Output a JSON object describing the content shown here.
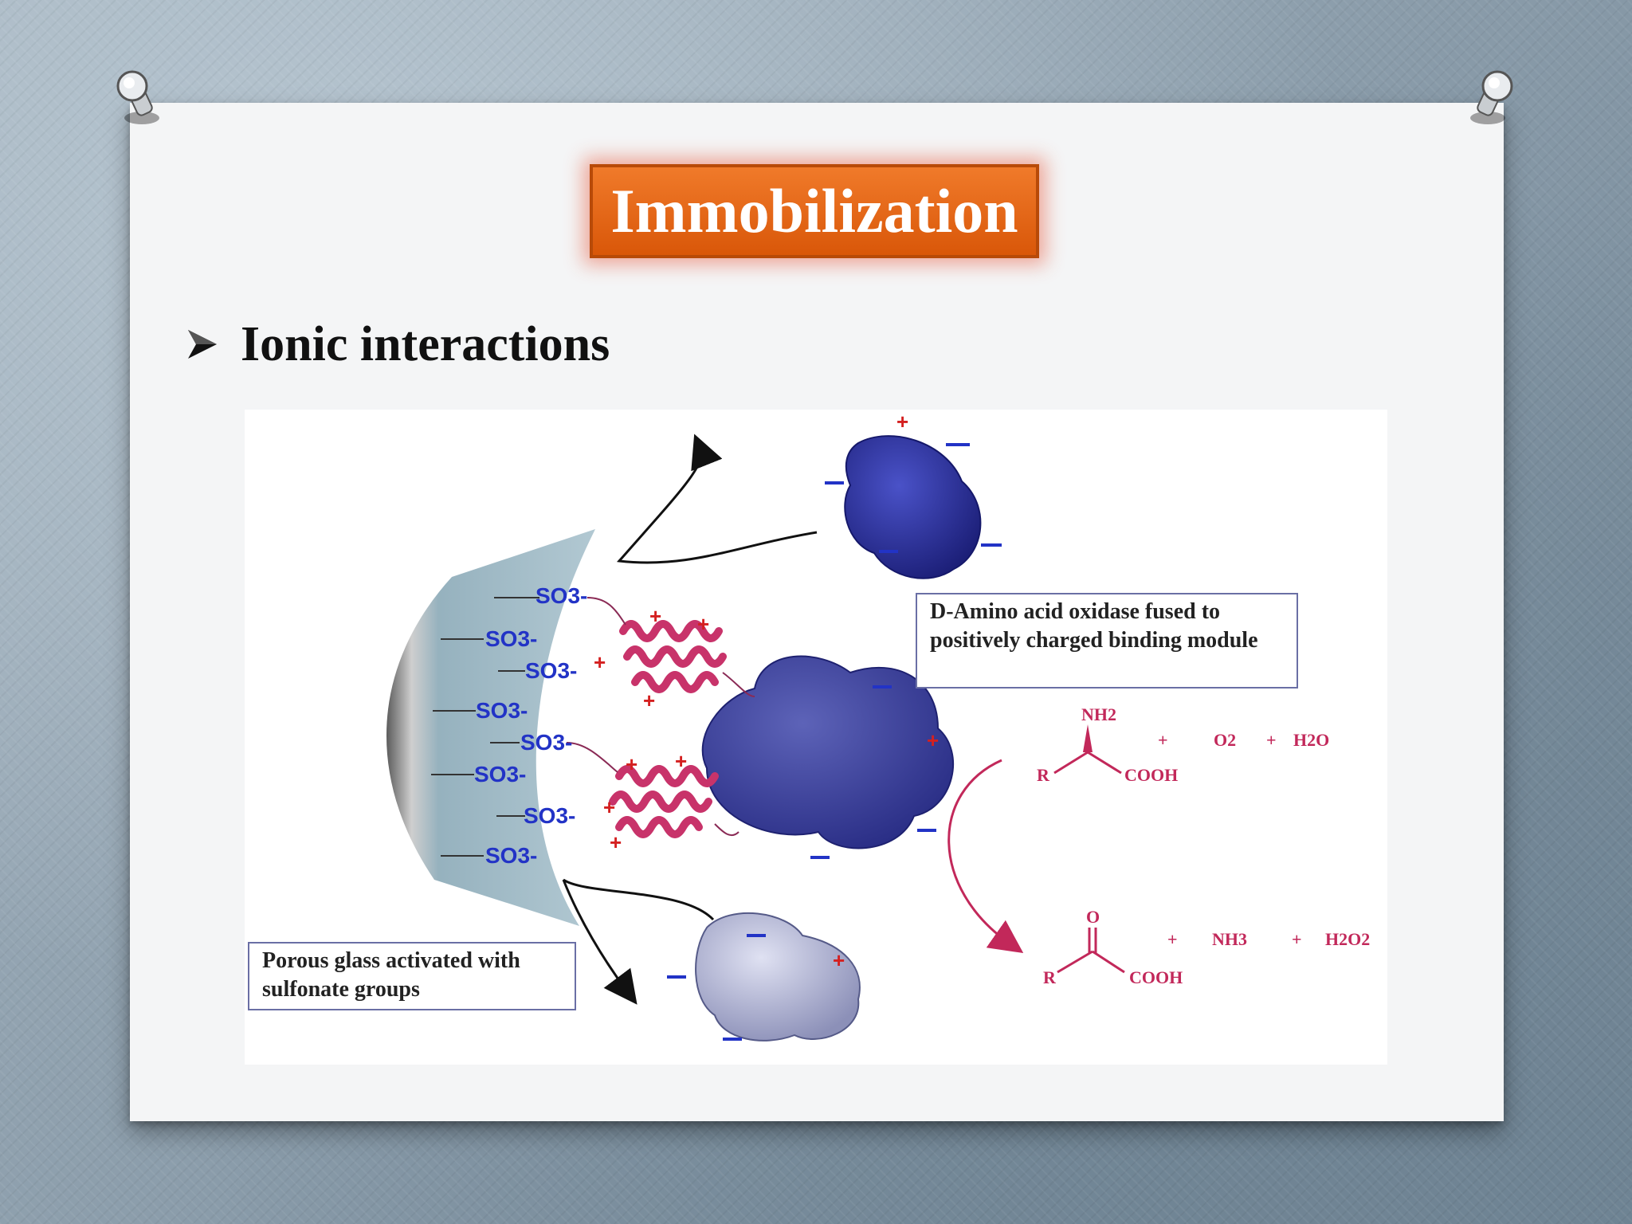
{
  "slide": {
    "title": "Immobilization",
    "bullet_text": "Ionic interactions"
  },
  "figure": {
    "sulfonate_labels": [
      "SO3-",
      "SO3-",
      "SO3-",
      "SO3-",
      "SO3-",
      "SO3-",
      "SO3-",
      "SO3-"
    ],
    "glass_label": "Porous glass activated with sulfonate groups",
    "enzyme_label": "D-Amino acid oxidase fused to positively charged binding module",
    "reaction": {
      "substrate_amine": "NH2",
      "substrate_r": "R",
      "substrate_acid": "COOH",
      "reactant_plus_1": "+",
      "reactant_o2": "O2",
      "reactant_plus_2": "+",
      "reactant_h2o": "H2O",
      "product_ketone_o": "O",
      "product_r": "R",
      "product_acid": "COOH",
      "product_plus_1": "+",
      "product_nh3": "NH3",
      "product_plus_2": "+",
      "product_h2o2": "H2O2"
    },
    "colors": {
      "sulfonate": "#2233c6",
      "positive_charge": "#d42020",
      "negative_charge": "#2233c6",
      "helix": "#c8336a",
      "protein": "#2b2f9a",
      "reaction": "#c2285a"
    }
  }
}
